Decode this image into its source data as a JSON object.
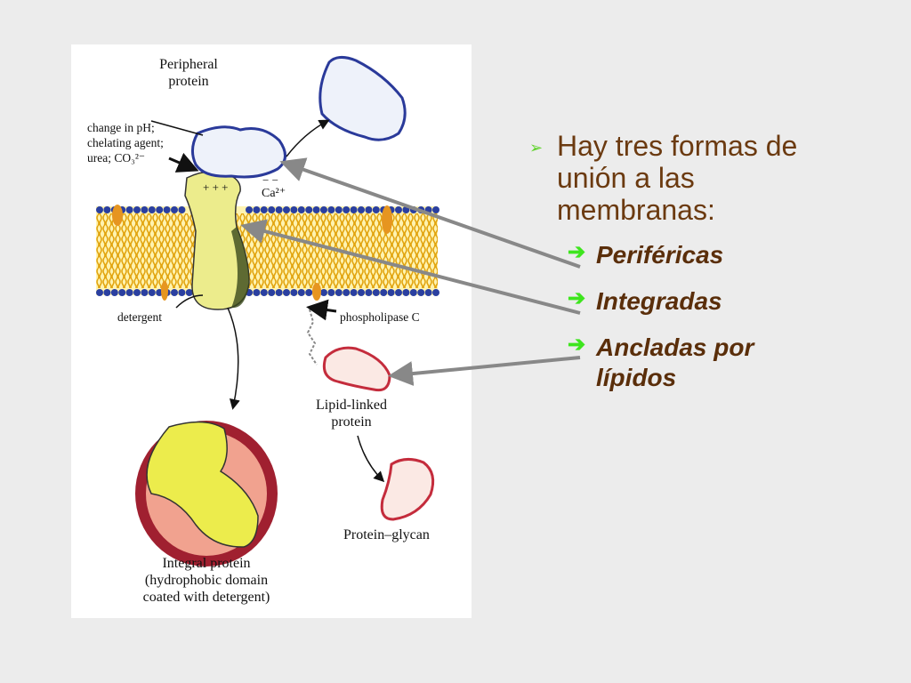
{
  "colors": {
    "slide_background": "#ececec",
    "bullet_text": "#6b3a10",
    "arrow": "#888888",
    "bullet_marker": "#5fd32a"
  },
  "figure": {
    "labels": {
      "peripheral_protein": [
        "Peripheral",
        "protein"
      ],
      "conditions": [
        "change in pH;",
        "chelating agent;",
        "urea; CO₃²⁻"
      ],
      "calcium": "Ca²⁺",
      "charges_plus": "+ + +",
      "charges_minus": "− −",
      "detergent": "detergent",
      "phospholipase": "phospholipase C",
      "lipid_linked": [
        "Lipid-linked",
        "protein"
      ],
      "protein_glycan": "Protein–glycan",
      "integral_protein": [
        "Integral protein",
        "(hydrophobic domain",
        "coated with detergent)"
      ]
    }
  },
  "bullets": {
    "main": [
      "Hay tres formas de",
      "unión a las",
      "membranas:"
    ],
    "main_icon": "chevron-arrow-icon",
    "sub_icon": "green-arrow-icon",
    "items": [
      {
        "lines": [
          "Periféricas"
        ]
      },
      {
        "lines": [
          "Integradas"
        ]
      },
      {
        "lines": [
          "Ancladas por",
          "lípidos"
        ]
      }
    ]
  }
}
